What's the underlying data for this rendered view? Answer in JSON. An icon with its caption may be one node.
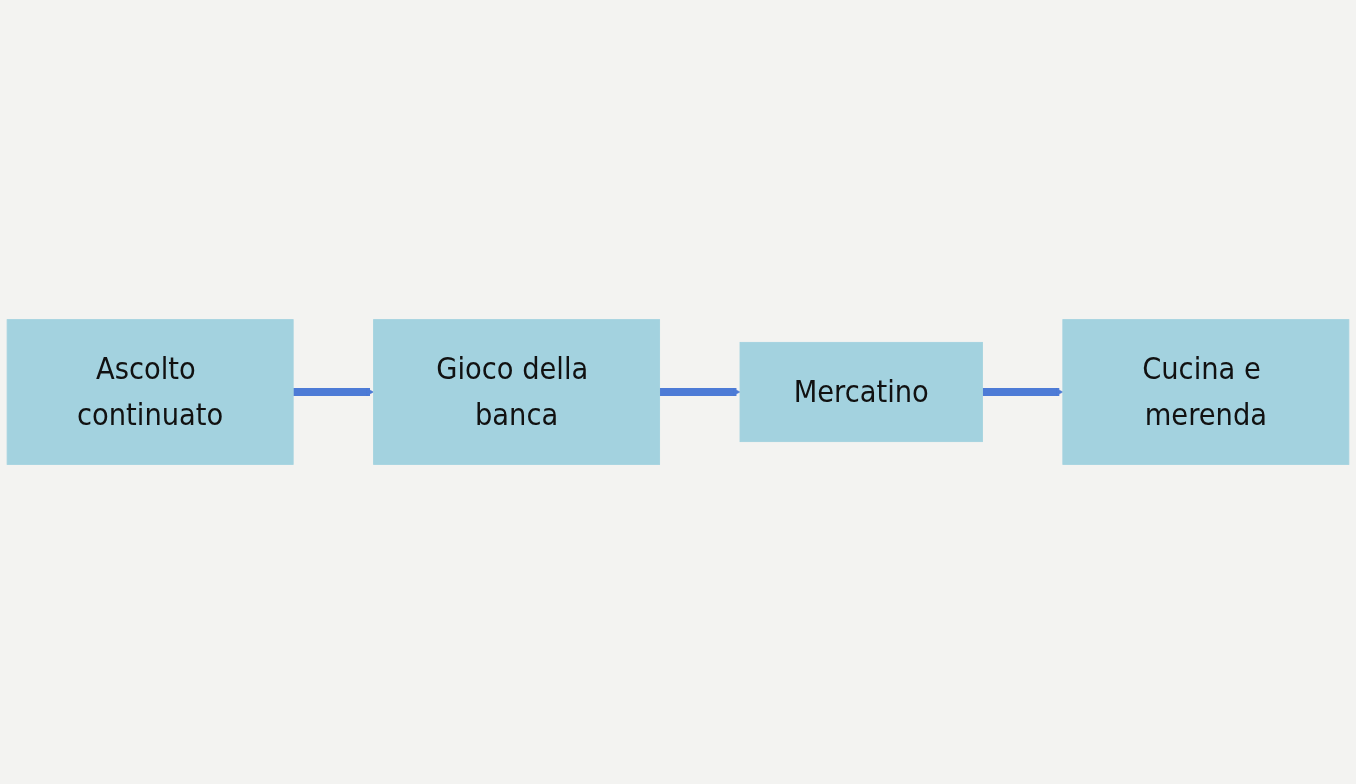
{
  "diagram": {
    "nodes": [
      {
        "text": [
          "Gioco della banca"
        ]
      },
      {
        "text": [
          "Mercatino"
        ]
      },
      {
        "text": [
          "Ascolto continuato"
        ]
      },
      {
        "text": [
          "Cucina e merenda"
        ]
      }
    ],
    "edges": [
      {
        "from": 2,
        "to": 0,
        "arrow": "to"
      },
      {
        "from": 0,
        "to": 1,
        "arrow": "to"
      },
      {
        "from": 1,
        "to": 3,
        "arrow": "to"
      }
    ]
  }
}
